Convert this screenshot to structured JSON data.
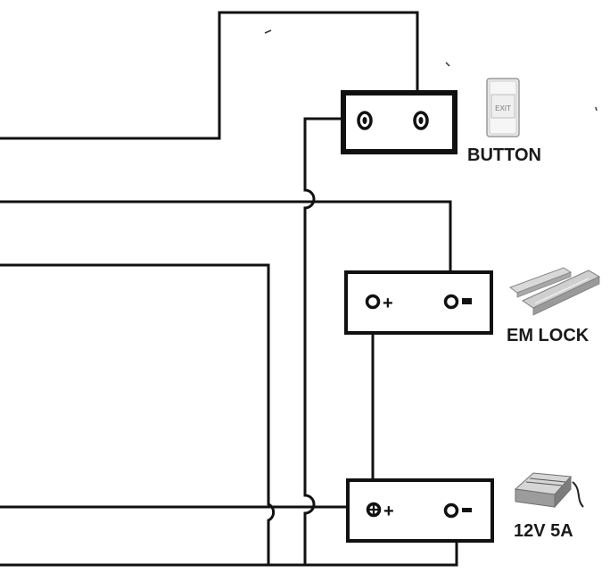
{
  "components": {
    "button": {
      "label": "BUTTON",
      "plate_text": "EXIT"
    },
    "em_lock": {
      "label": "EM LOCK",
      "plus": "+",
      "minus": "-"
    },
    "power_supply": {
      "label": "12V 5A",
      "plus": "+",
      "minus": "-"
    }
  },
  "colors": {
    "wire": "#111111",
    "background": "#ffffff"
  }
}
